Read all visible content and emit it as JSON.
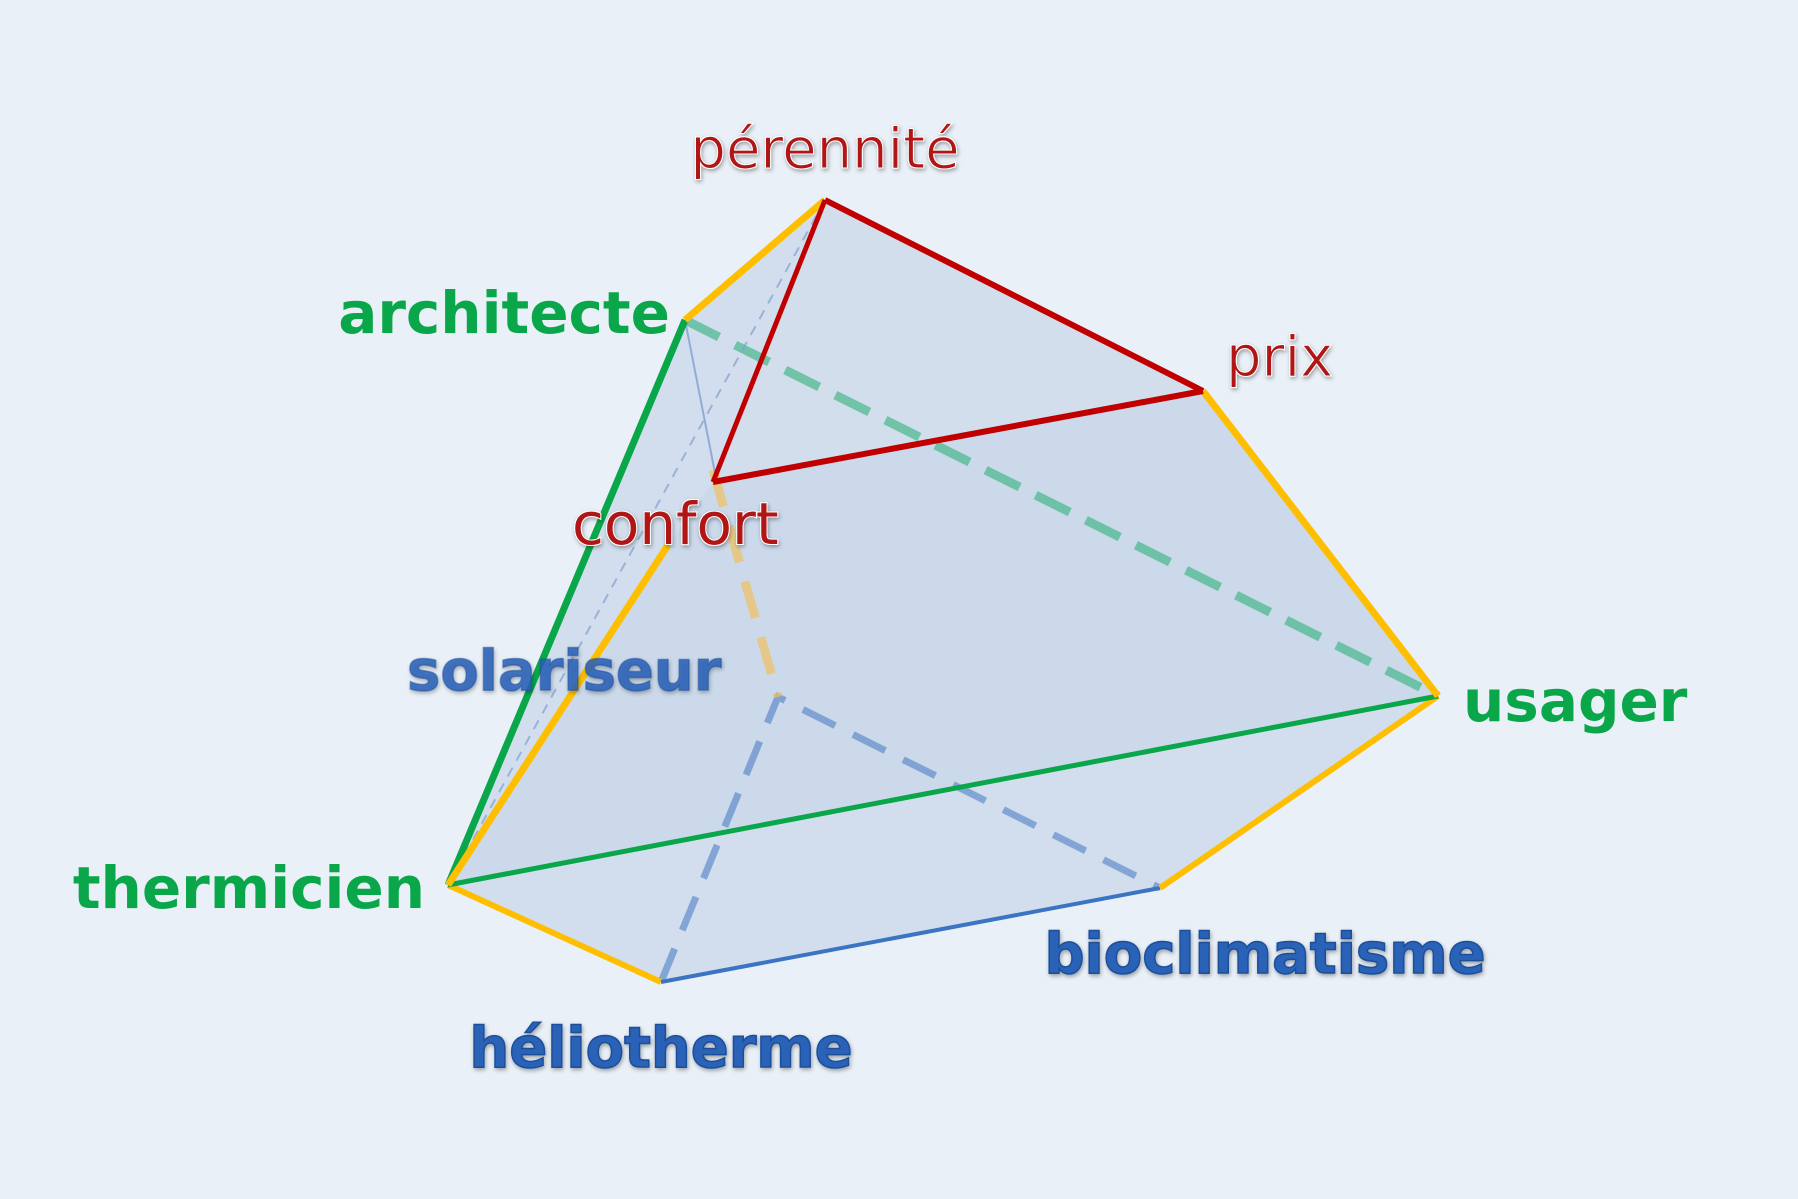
{
  "colors": {
    "background": "#e9f0f7",
    "fill": "#c9d8ea",
    "red": "#c00000",
    "red_text": "#b01515",
    "green": "#0aa64a",
    "yellow": "#ffbf00",
    "blue": "#2f67b5",
    "blue_text": "#2a62b8"
  },
  "labels": {
    "perennite": "pérennité",
    "prix": "prix",
    "confort": "confort",
    "architecte": "architecte",
    "usager": "usager",
    "thermicien": "thermicien",
    "solariseur": "solariseur",
    "heliotherme": "héliotherme",
    "bioclimatisme": "bioclimatisme"
  }
}
